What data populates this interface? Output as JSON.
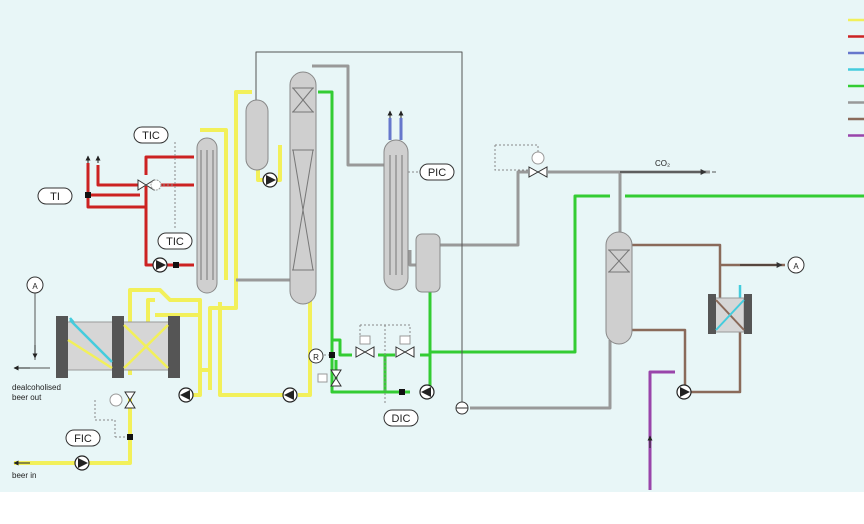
{
  "colors": {
    "background": "#e8f6f7",
    "yellow_line": "#f2f05a",
    "red_line": "#cc2222",
    "blue_line": "#6677cc",
    "cyan_line": "#44ccdd",
    "green_line": "#33cc33",
    "grey_line": "#999999",
    "brown_line": "#8a6a5a",
    "purple_line": "#9944aa",
    "dark_line": "#555555",
    "vessel_fill": "#cfcfcf",
    "flange_dark": "#555555"
  },
  "instruments": {
    "tic_top": "TIC",
    "tic_bottom": "TIC",
    "ti": "TI",
    "pic": "PIC",
    "fic": "FIC",
    "dic": "DIC",
    "r": "R",
    "a_left": "A",
    "a_right": "A"
  },
  "labels": {
    "co2": "CO₂",
    "dealcoholised_line1": "dealcoholised",
    "dealcoholised_line2": "beer out",
    "beer_in": "beer in"
  },
  "legend": {
    "colors": [
      "#f2f05a",
      "#cc2222",
      "#6677cc",
      "#44ccdd",
      "#33cc33",
      "#999999",
      "#8a6a5a",
      "#9944aa"
    ]
  }
}
